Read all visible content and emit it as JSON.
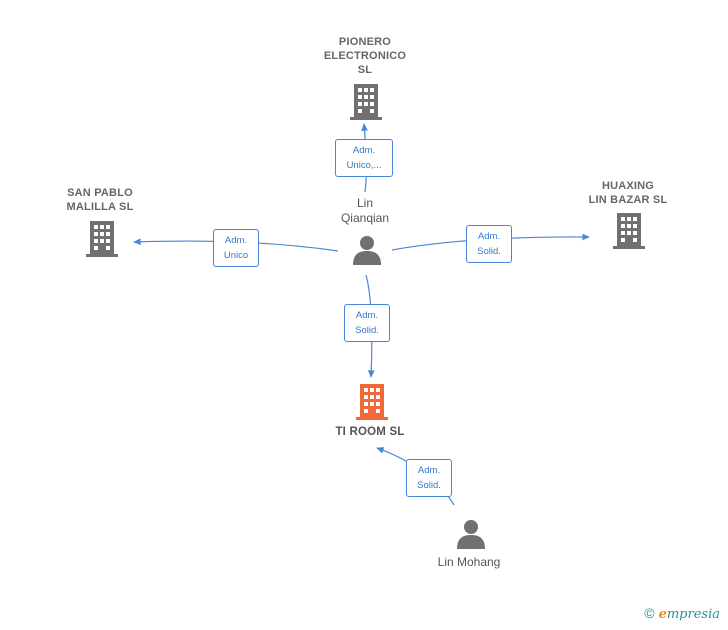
{
  "nodes": {
    "pionero": {
      "name": "PIONERO\nELECTRONICO\nSL"
    },
    "san_pablo": {
      "name": "SAN PABLO\nMALILLA  SL"
    },
    "huaxing": {
      "name": "HUAXING\nLIN BAZAR  SL"
    },
    "ti_room": {
      "name": "TI ROOM  SL"
    },
    "lin_qianqian": {
      "name": "Lin\nQianqian"
    },
    "lin_mohang": {
      "name": "Lin Mohang"
    }
  },
  "edges": {
    "to_pionero": {
      "line1": "Adm.",
      "line2": "Unico,..."
    },
    "to_san_pablo": {
      "line1": "Adm.",
      "line2": "Unico"
    },
    "to_huaxing": {
      "line1": "Adm.",
      "line2": "Solid."
    },
    "to_ti_room": {
      "line1": "Adm.",
      "line2": "Solid."
    },
    "mohang_to_ti_room": {
      "line1": "Adm.",
      "line2": "Solid."
    }
  },
  "colors": {
    "edge": "#4a86d8",
    "company_icon": "#707070",
    "main_company_icon": "#f26a3a",
    "person_icon": "#707070"
  },
  "icons": {
    "company": "building-icon",
    "person": "person-icon"
  },
  "watermark": {
    "copyright": "©",
    "brand_initial": "e",
    "brand_rest": "mpresia"
  }
}
